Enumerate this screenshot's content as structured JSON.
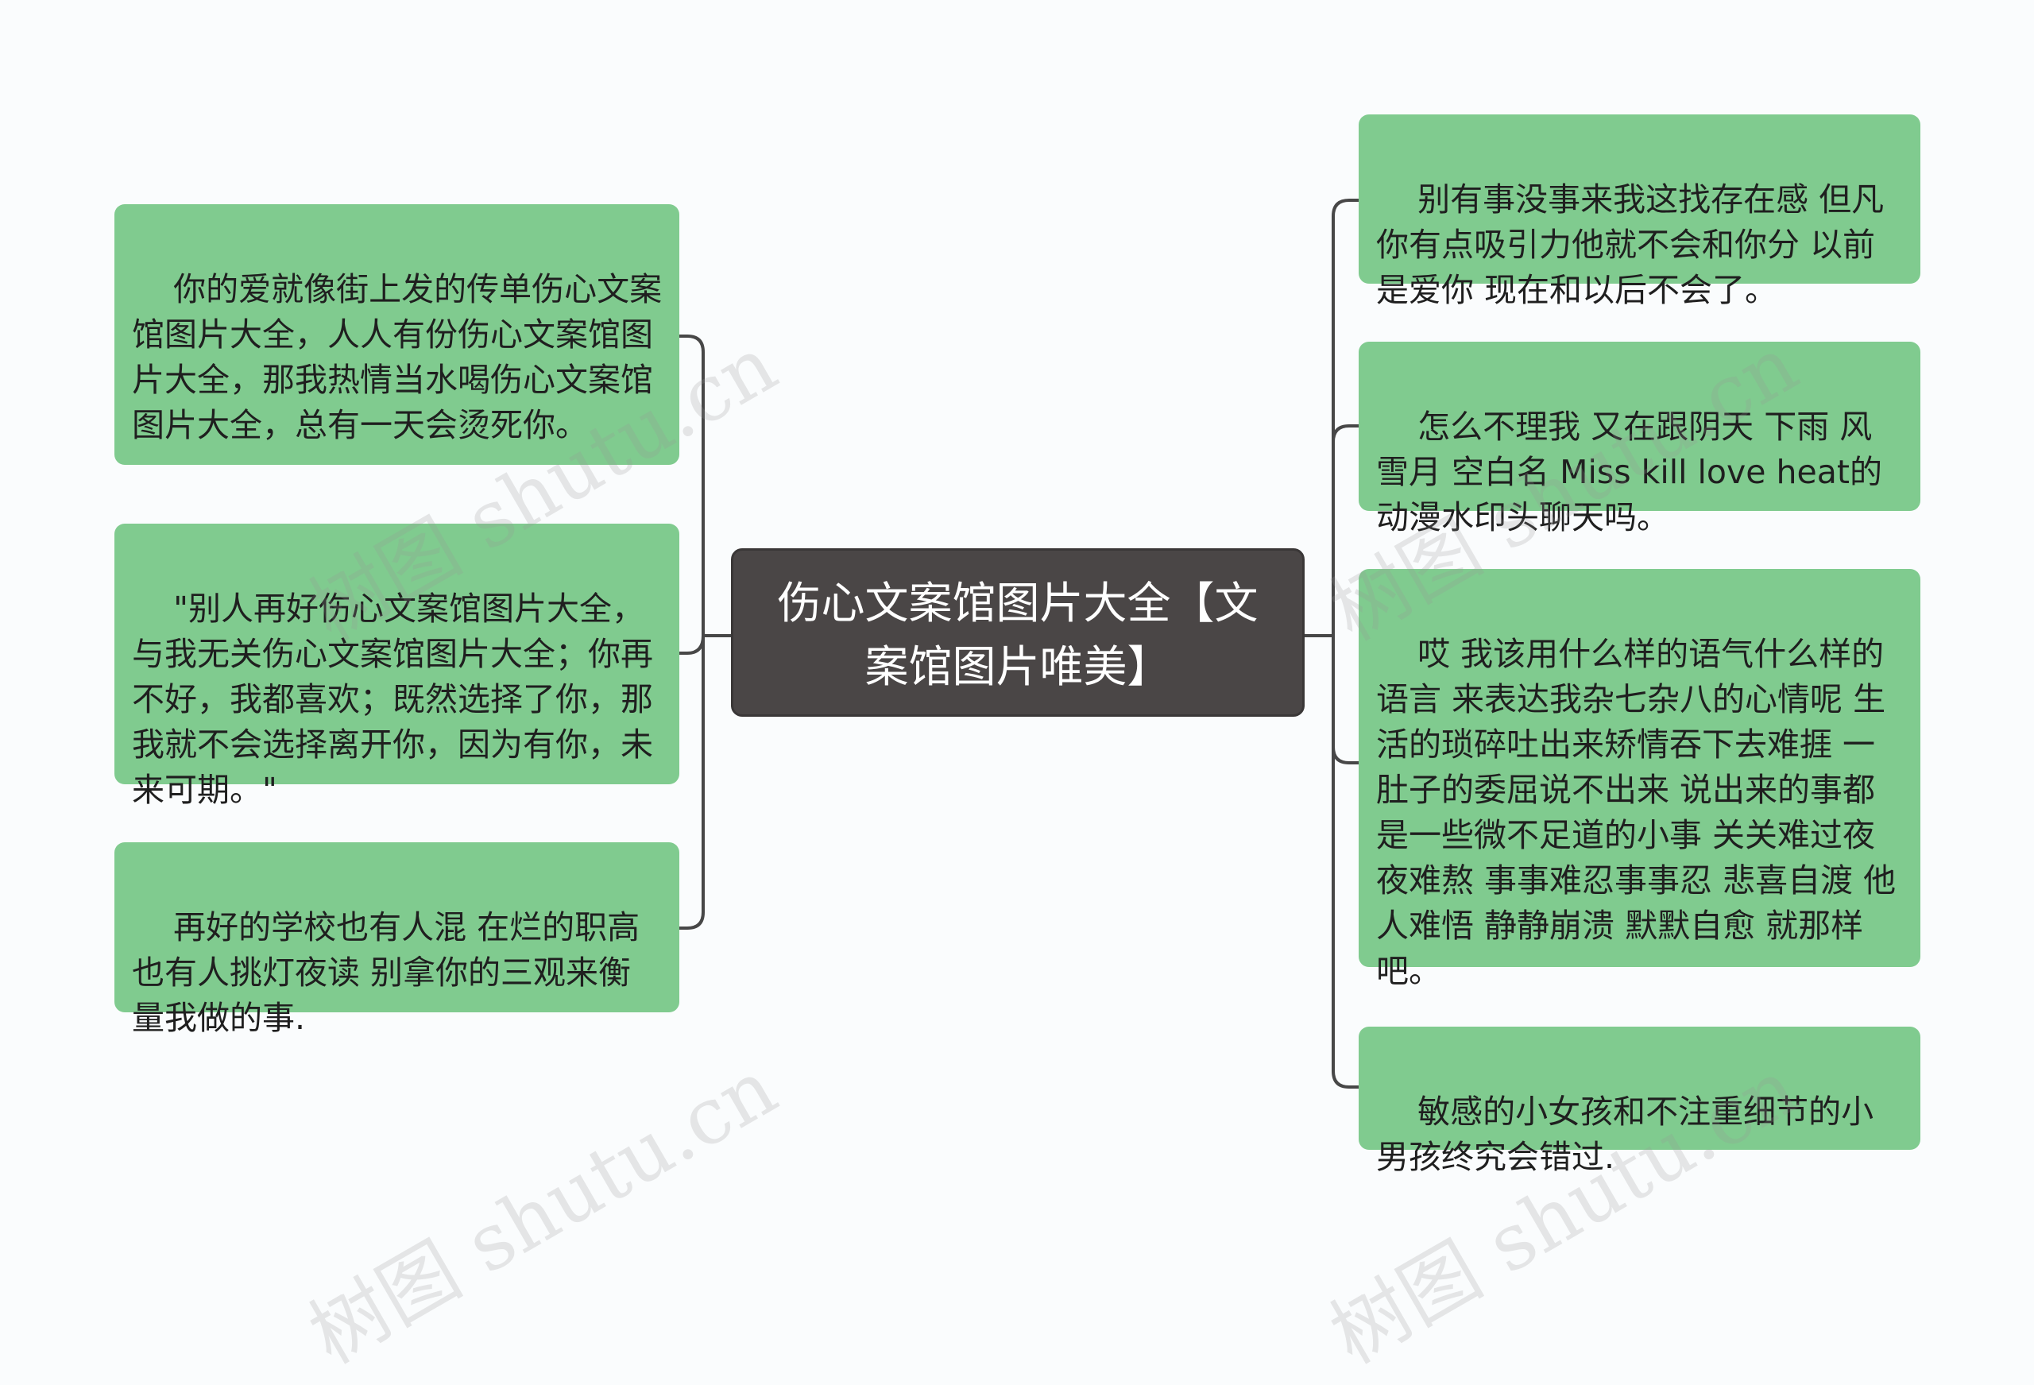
{
  "central_topic": "伤心文案馆图片大全【文案馆图片唯美】",
  "left_branches": [
    {
      "text": "你的爱就像街上发的传单伤心文案馆图片大全，人人有份伤心文案馆图片大全，那我热情当水喝伤心文案馆图片大全，总有一天会烫死你。"
    },
    {
      "text": "\"别人再好伤心文案馆图片大全，与我无关伤心文案馆图片大全；你再不好，我都喜欢；既然选择了你，那我就不会选择离开你，因为有你，未来可期。\""
    },
    {
      "text": "再好的学校也有人混 在烂的职高也有人挑灯夜读 别拿你的三观来衡量我做的事."
    }
  ],
  "right_branches": [
    {
      "text": "别有事没事来我这找存在感 但凡你有点吸引力他就不会和你分 以前是爱你 现在和以后不会了。"
    },
    {
      "text": "怎么不理我 又在跟阴天 下雨 风 雪月 空白名 Miss kill love heat的动漫水印头聊天吗。"
    },
    {
      "text": "哎 我该用什么样的语气什么样的语言 来表达我杂七杂八的心情呢 生活的琐碎吐出来矫情吞下去难捱 一肚子的委屈说不出来 说出来的事都是一些微不足道的小事 关关难过夜夜难熬 事事难忍事事忍 悲喜自渡 他人难悟 静静崩溃 默默自愈 就那样吧。"
    },
    {
      "text": "敏感的小女孩和不注重细节的小男孩终究会错过."
    }
  ],
  "watermark_text": "树图 shutu.cn",
  "colors": {
    "background": "#fafcfd",
    "branch_node": "#80cb8f",
    "central_node": "#4a4646",
    "connector": "#474747"
  }
}
